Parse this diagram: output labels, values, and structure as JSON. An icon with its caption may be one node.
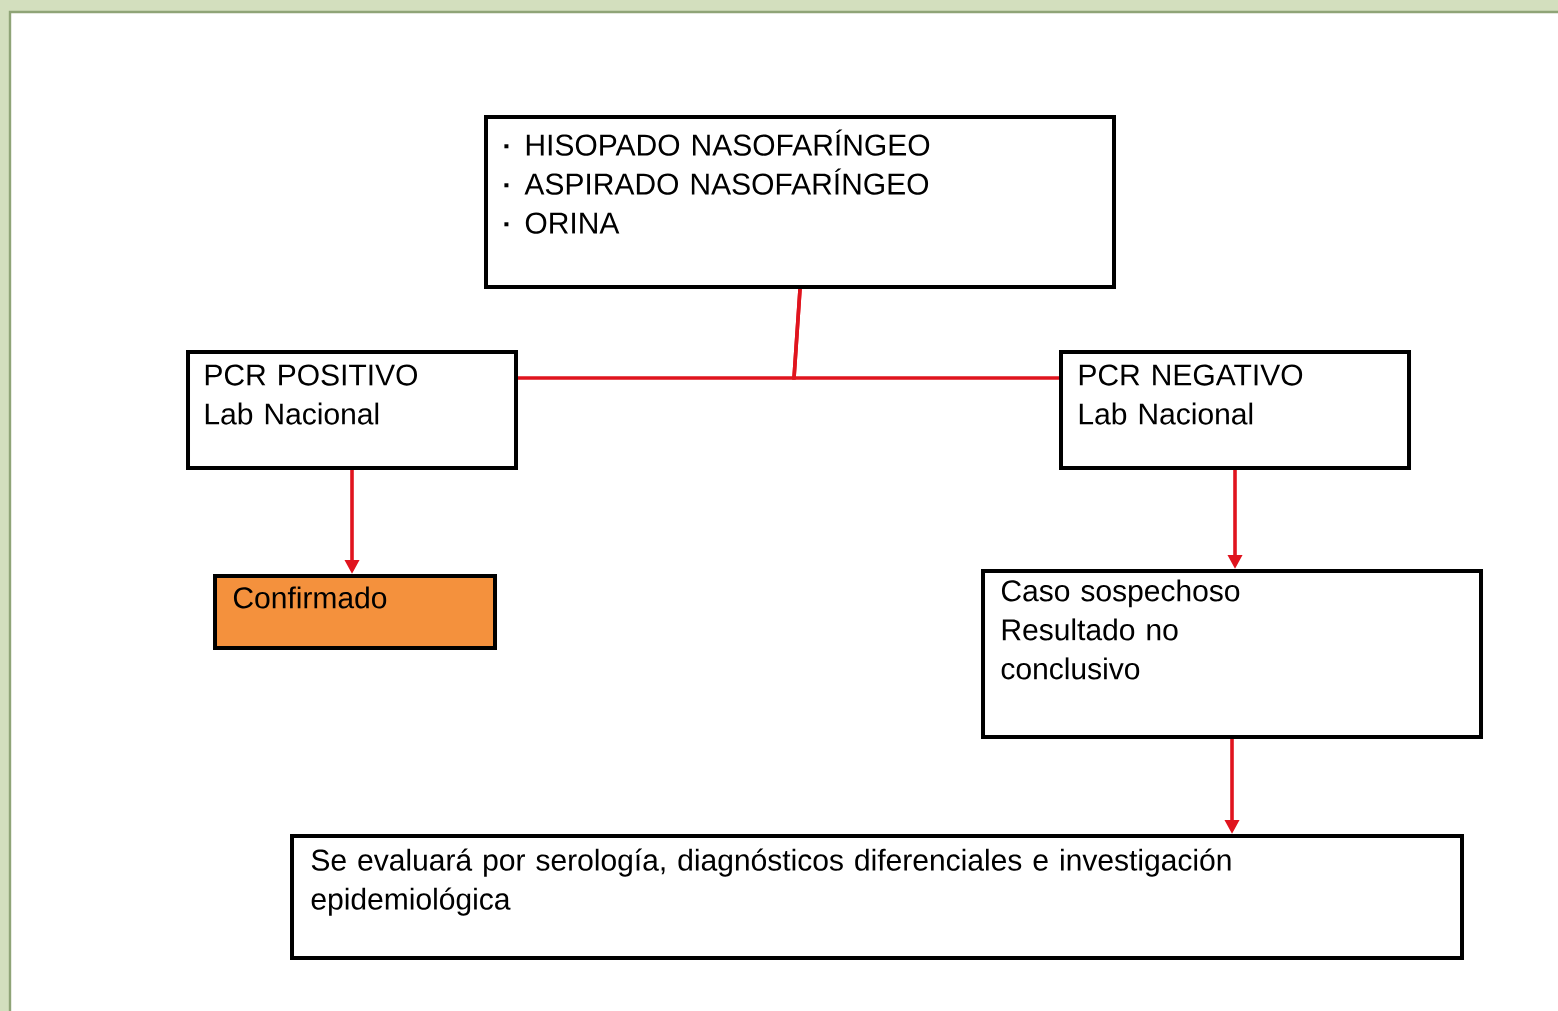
{
  "diagram": {
    "nodes": [
      {
        "text": [
          "HISOPADO NASOFARÍNGEO",
          "ASPIRADO NASOFARÍNGEO",
          "ORINA"
        ]
      },
      {
        "text": [
          "PCR POSITIVO",
          "Lab Nacional"
        ]
      },
      {
        "text": [
          "PCR NEGATIVO",
          "Lab Nacional"
        ]
      },
      {
        "text": [
          "Confirmado"
        ]
      },
      {
        "text": [
          "Caso sospechoso",
          "Resultado no conclusivo"
        ]
      },
      {
        "text": [
          "Se evaluará por serología, diagnósticos diferenciales e investigación epidemiológica"
        ]
      }
    ],
    "edges": [
      {
        "from": 0,
        "to": 1,
        "arrow": "none"
      },
      {
        "from": 0,
        "to": 2,
        "arrow": "none"
      },
      {
        "from": 1,
        "to": 3,
        "arrow": "to"
      },
      {
        "from": 2,
        "to": 4,
        "arrow": "to"
      },
      {
        "from": 4,
        "to": 5,
        "arrow": "to"
      }
    ]
  }
}
